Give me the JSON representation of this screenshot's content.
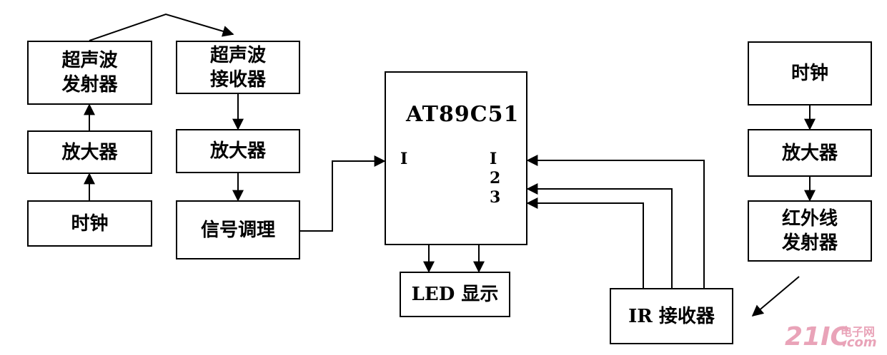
{
  "blocks": {
    "us_transmitter": "超声波\n发射器",
    "us_receiver": "超声波\n接收器",
    "left_amplifier": "放大器",
    "mid_amplifier": "放大器",
    "left_clock": "时钟",
    "signal_conditioning": "信号调理",
    "mcu_name": "AT89C51",
    "led_display": "LED 显示",
    "right_clock": "时钟",
    "right_amplifier": "放大器",
    "ir_transmitter": "红外线\n发射器",
    "ir_receiver": "IR 接收器"
  },
  "pins": {
    "left": "I",
    "right": [
      "I",
      "2",
      "3"
    ]
  },
  "watermark": {
    "main": "21IC",
    "cn": "电子网",
    "sub": ".com"
  },
  "colors": {
    "line": "#000000",
    "watermark": "#e9a3b8"
  }
}
